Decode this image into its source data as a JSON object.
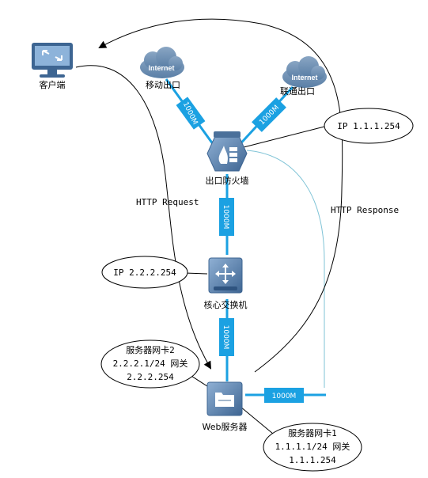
{
  "nodes": {
    "client": {
      "label": "客户端"
    },
    "isp_mobile": {
      "cloud": "Internet",
      "label": "移动出口"
    },
    "isp_unicom": {
      "cloud": "Internet",
      "label": "联通出口"
    },
    "firewall": {
      "label": "出口防火墙"
    },
    "core_switch": {
      "label": "核心交换机"
    },
    "web_server": {
      "label": "Web服务器"
    }
  },
  "links": {
    "mobile_fw": "1000M",
    "unicom_fw": "1000M",
    "fw_switch": "1000M",
    "switch_server": "1000M",
    "server_nic1": "1000M"
  },
  "flows": {
    "request": "HTTP Request",
    "response": "HTTP Response"
  },
  "callouts": {
    "fw_ip": "IP 1.1.1.254",
    "switch_ip": "IP 2.2.2.254",
    "nic2": [
      "服务器网卡2",
      "2.2.2.1/24 网关",
      "2.2.2.254"
    ],
    "nic1": [
      "服务器网卡1",
      "1.1.1.1/24 网关",
      "1.1.1.254"
    ]
  },
  "colors": {
    "link": "#1ba1e2",
    "device": "#5b7fa8",
    "response_line": "#7fc3d6"
  }
}
